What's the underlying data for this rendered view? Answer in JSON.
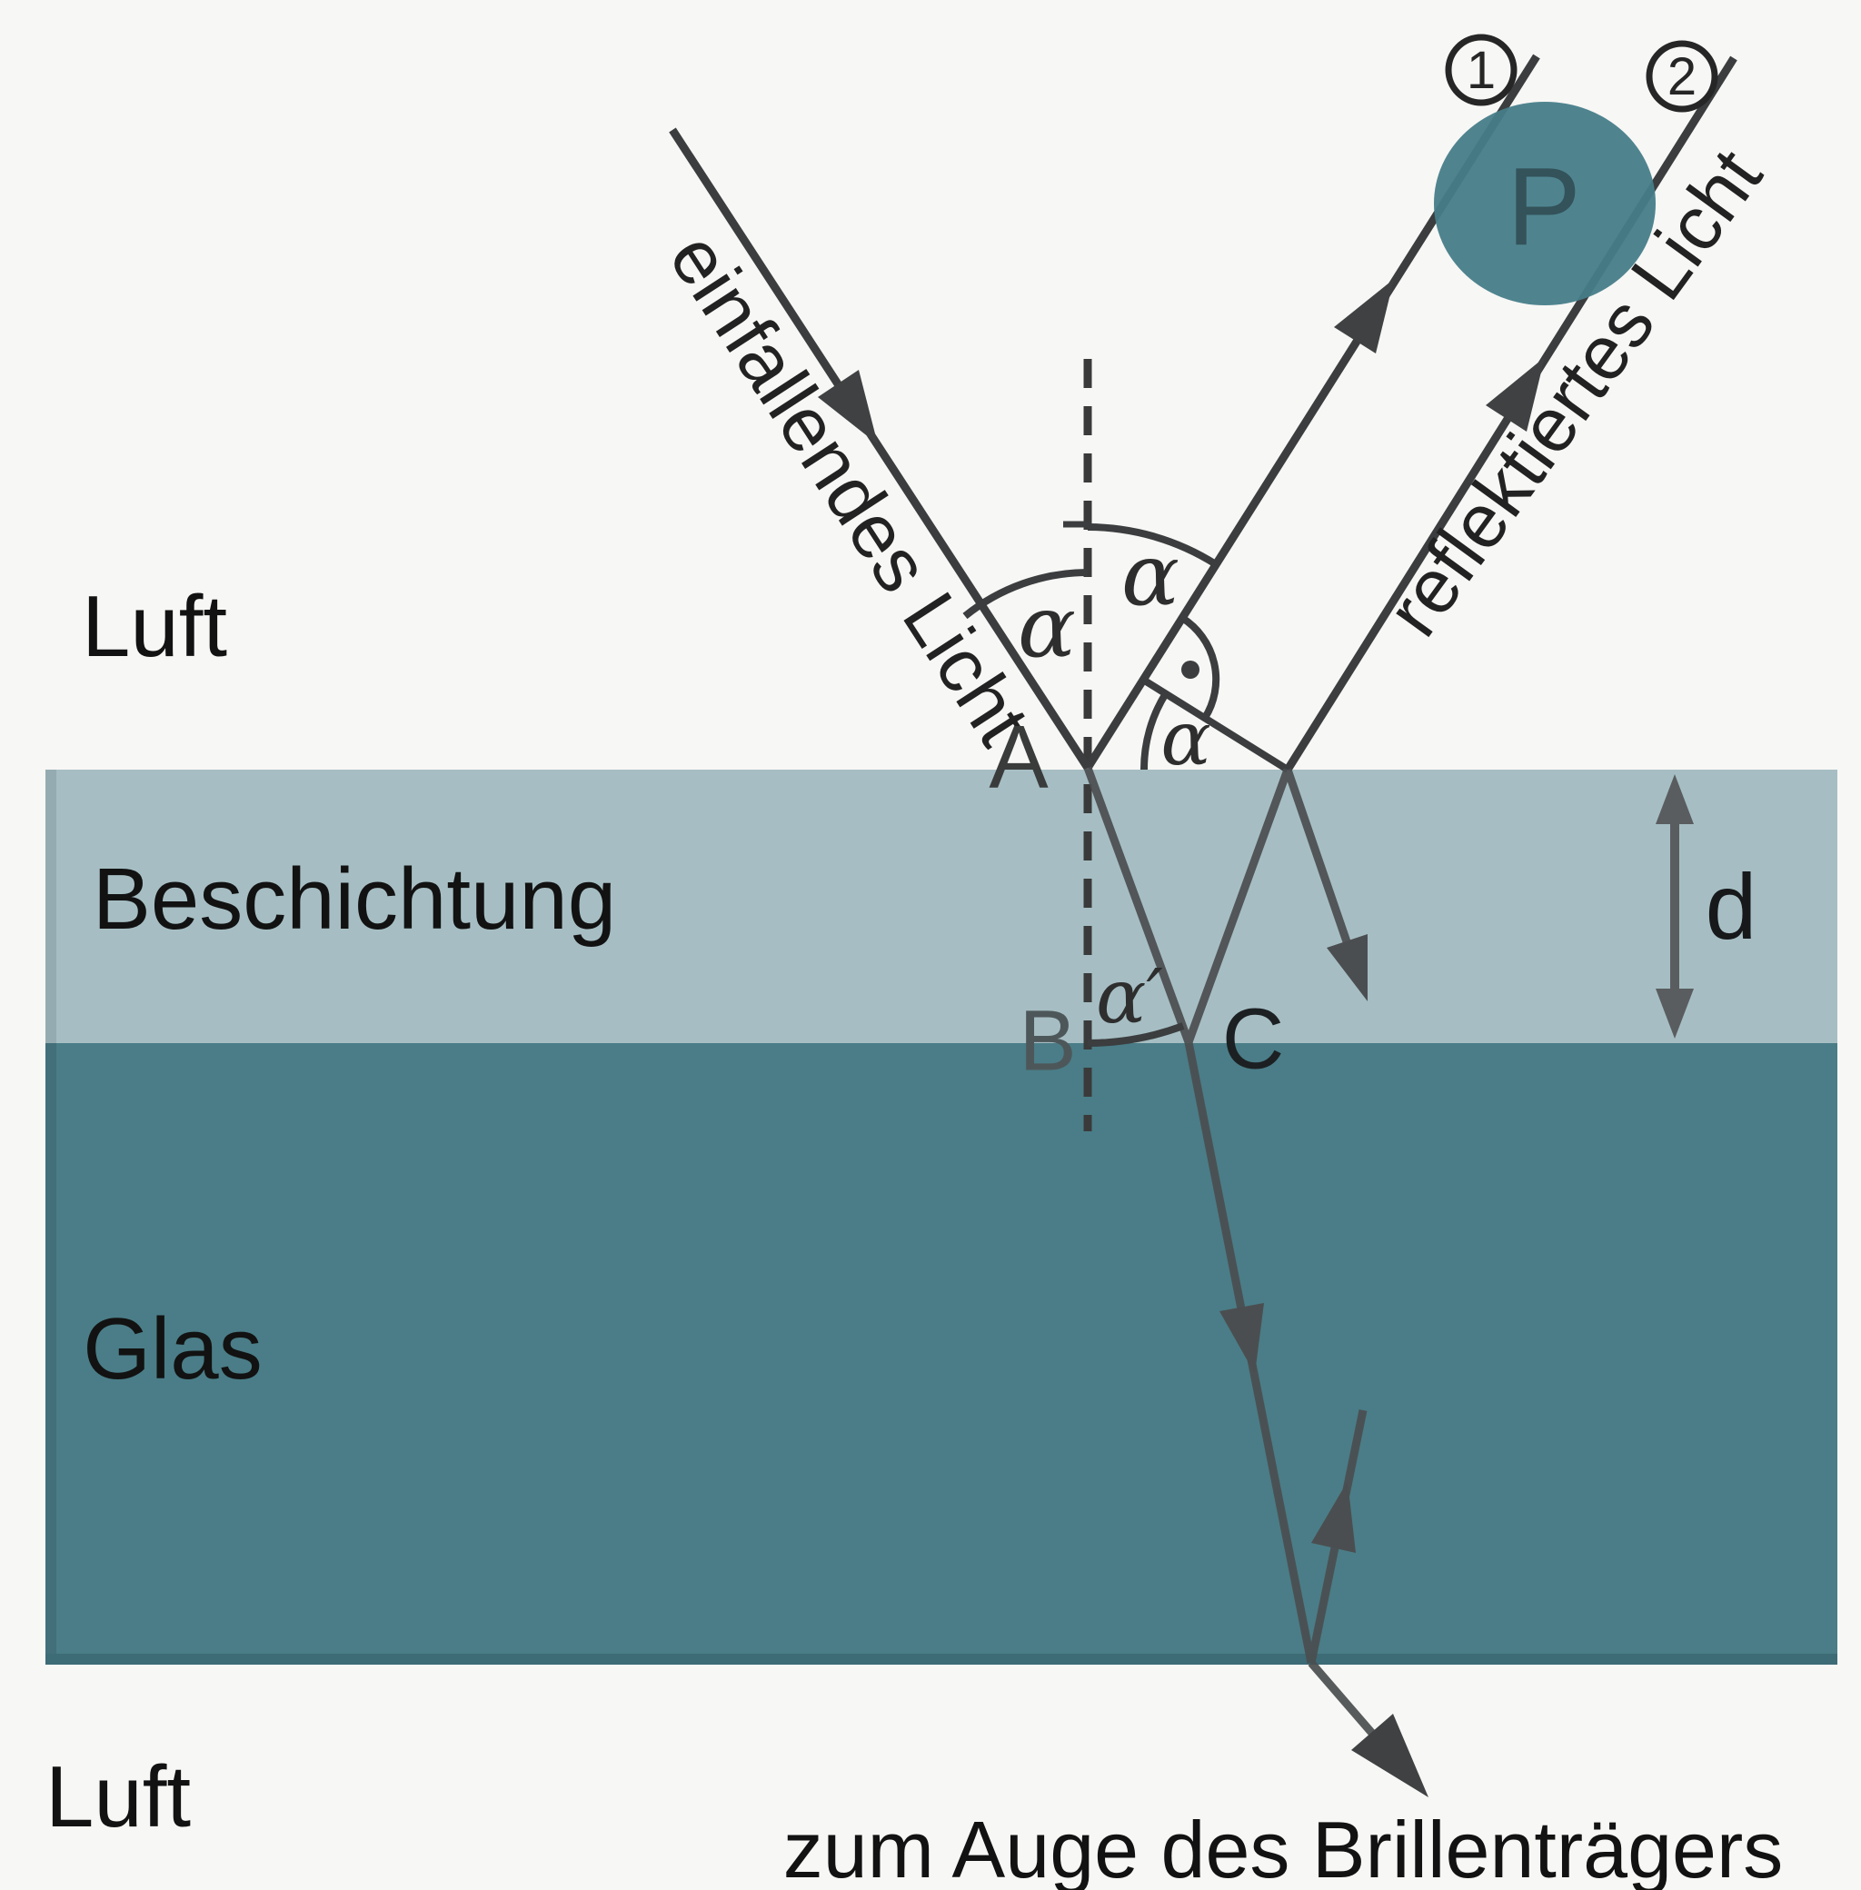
{
  "layers": {
    "air_top": "Luft",
    "coating": "Beschichtung",
    "glass": "Glas",
    "air_bottom": "Luft"
  },
  "labels": {
    "incident_ray": "einfallendes Licht",
    "reflected_ray": "reflektiertes Licht",
    "to_eye": "zum Auge des Brillenträgers",
    "thickness": "d"
  },
  "points": {
    "a": "A",
    "b": "B",
    "c": "C",
    "object": "P"
  },
  "angles": {
    "incidence": "α",
    "reflection": "α",
    "exit": "α",
    "refraction": "α′"
  },
  "ray_numbers": {
    "ray1": "1",
    "ray2": "2"
  },
  "colors": {
    "background": "#f7f7f5",
    "coating": "#a6bec3",
    "glass": "#4a7d87",
    "glass_bottom_edge": "#3d6b76",
    "circle_p": "#467d89",
    "ray_line": "#3b3d3f",
    "gray_arrow": "#5a5d5f"
  }
}
